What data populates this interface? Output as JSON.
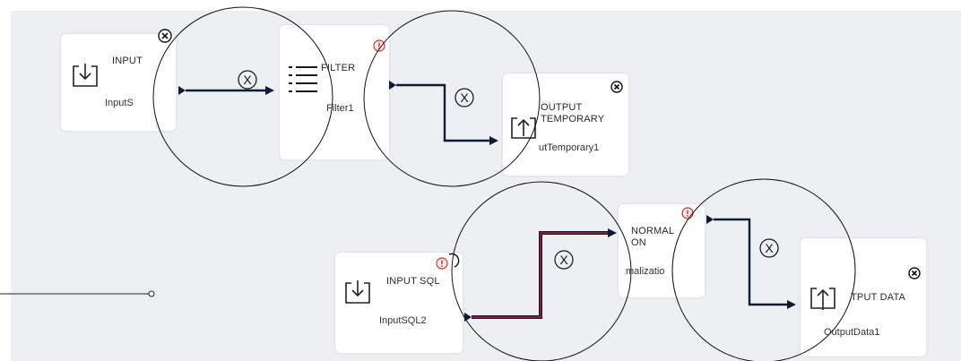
{
  "canvas": {
    "background": "#edeff3",
    "connector_color": "#101a35",
    "selected_connector_color": "#8b1a2a",
    "warn_color": "#c0392b"
  },
  "nodes": {
    "input1": {
      "title": "INPUT",
      "subtitle": "InputS",
      "icon": "import-icon"
    },
    "filter1": {
      "title": "FILTER",
      "subtitle": "Filter1",
      "icon": "filter-list-icon"
    },
    "output_temp": {
      "title_line1": "OUTPUT",
      "title_line2": "TEMPORARY",
      "subtitle": "utTemporary1",
      "icon": "export-icon"
    },
    "input_sql2": {
      "title": "INPUT SQL",
      "subtitle": "InputSQL2",
      "icon": "import-icon"
    },
    "normalization": {
      "title_line1": "NORMAL",
      "title_line2": "ON",
      "subtitle": "malizatio"
    },
    "output_data": {
      "title": "TPUT DATA",
      "subtitle": "OutputData1",
      "icon": "export-icon"
    }
  },
  "connector_remove_label": "X"
}
